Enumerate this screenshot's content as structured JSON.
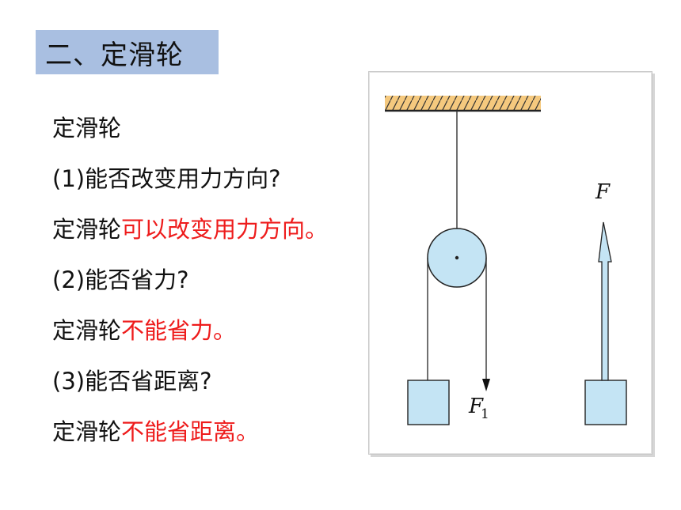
{
  "title": "二、定滑轮",
  "lines": [
    {
      "prefix": "定滑轮",
      "highlight": ""
    },
    {
      "prefix": "(1)能否改变用力方向?",
      "highlight": ""
    },
    {
      "prefix": "定滑轮",
      "highlight": "可以改变用力方向。"
    },
    {
      "prefix": "(2)能否省力?",
      "highlight": ""
    },
    {
      "prefix": "定滑轮",
      "highlight": "不能省力。"
    },
    {
      "prefix": "(3)能否省距离?",
      "highlight": ""
    },
    {
      "prefix": "定滑轮",
      "highlight": "不能省距离。"
    }
  ],
  "figure": {
    "label_f": "F",
    "label_f1": "F",
    "label_f1_sub": "1"
  },
  "colors": {
    "title_bg": "#a9bfe1",
    "highlight": "#ee1c1c",
    "pulley_fill": "#c4e4f4",
    "ceiling_fill": "#f5c97e"
  }
}
